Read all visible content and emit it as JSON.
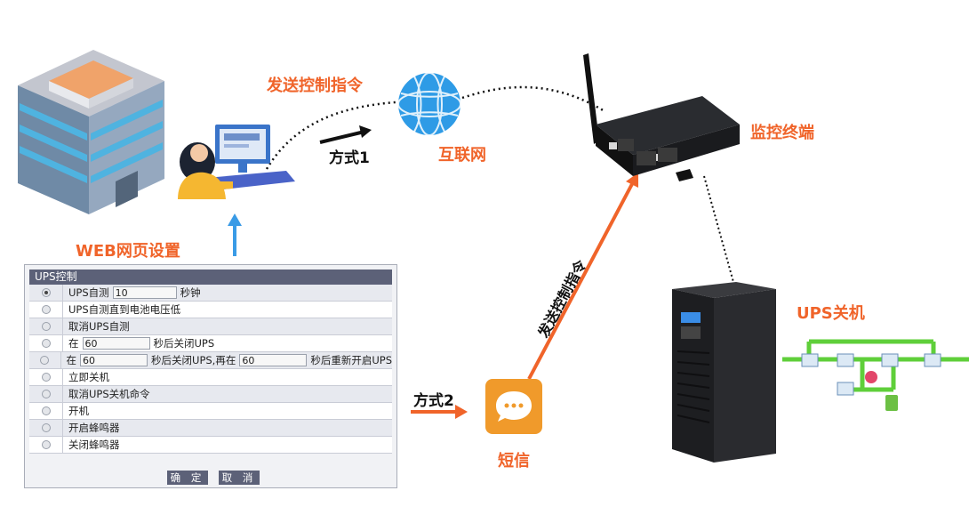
{
  "labels": {
    "send_cmd_top": "发送控制指令",
    "method1": "方式1",
    "internet": "互联网",
    "monitor_terminal": "监控终端",
    "web_setting": "WEB网页设置",
    "send_cmd_diag": "发送控制指令",
    "method2": "方式2",
    "sms": "短信",
    "ups_shutdown": "UPS关机"
  },
  "panel": {
    "title": "UPS控制",
    "rows": [
      {
        "text": "UPS自测",
        "input": "10",
        "suffix": "秒钟",
        "checked": true
      },
      {
        "text": "UPS自测直到电池电压低"
      },
      {
        "text": "取消UPS自测"
      },
      {
        "text": "在",
        "input": "60",
        "suffix": "秒后关闭UPS"
      },
      {
        "text": "在",
        "input": "60",
        "suffix": "秒后关闭UPS,再在",
        "input2": "60",
        "suffix2": "秒后重新开启UPS"
      },
      {
        "text": "立即关机"
      },
      {
        "text": "取消UPS关机命令"
      },
      {
        "text": "开机"
      },
      {
        "text": "开启蜂鸣器"
      },
      {
        "text": "关闭蜂鸣器"
      }
    ],
    "confirm": "确 定",
    "cancel": "取 消"
  },
  "colors": {
    "accent": "#f0642a",
    "blue": "#3a9be6",
    "panel_header": "#5c6178"
  }
}
